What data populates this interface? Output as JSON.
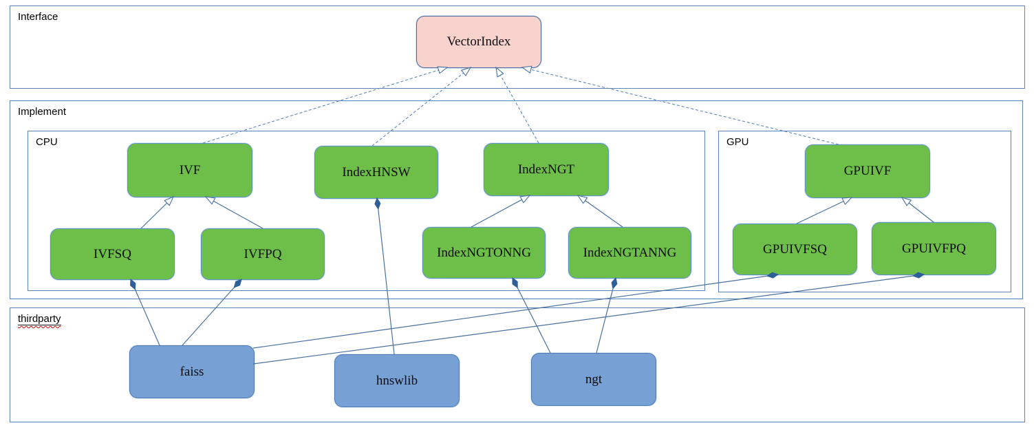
{
  "diagram": {
    "containers": {
      "interface": {
        "label": "Interface"
      },
      "implement": {
        "label": "Implement"
      },
      "cpu": {
        "label": "CPU"
      },
      "gpu": {
        "label": "GPU"
      },
      "thirdparty": {
        "label": "thirdparty"
      }
    },
    "nodes": {
      "vector_index": {
        "label": "VectorIndex",
        "fill": "#f8d2cd"
      },
      "ivf": {
        "label": "IVF",
        "fill": "#6dbf4a"
      },
      "index_hnsw": {
        "label": "IndexHNSW",
        "fill": "#6dbf4a"
      },
      "index_ngt": {
        "label": "IndexNGT",
        "fill": "#6dbf4a"
      },
      "ivfsq": {
        "label": "IVFSQ",
        "fill": "#6dbf4a"
      },
      "ivfpq": {
        "label": "IVFPQ",
        "fill": "#6dbf4a"
      },
      "index_ngtonng": {
        "label": "IndexNGTONNG",
        "fill": "#6dbf4a"
      },
      "index_ngtanng": {
        "label": "IndexNGTANNG",
        "fill": "#6dbf4a"
      },
      "gpuivf": {
        "label": "GPUIVF",
        "fill": "#6dbf4a"
      },
      "gpuivfsq": {
        "label": "GPUIVFSQ",
        "fill": "#6dbf4a"
      },
      "gpuivfpq": {
        "label": "GPUIVFPQ",
        "fill": "#6dbf4a"
      },
      "faiss": {
        "label": "faiss",
        "fill": "#77a1d4"
      },
      "hnswlib": {
        "label": "hnswlib",
        "fill": "#77a1d4"
      },
      "ngt": {
        "label": "ngt",
        "fill": "#77a1d4"
      }
    },
    "edges": [
      {
        "from": "IVF",
        "to": "VectorIndex",
        "type": "realization-dashed-hollow-arrow"
      },
      {
        "from": "IndexHNSW",
        "to": "VectorIndex",
        "type": "realization-dashed-hollow-arrow"
      },
      {
        "from": "IndexNGT",
        "to": "VectorIndex",
        "type": "realization-dashed-hollow-arrow"
      },
      {
        "from": "GPUIVF",
        "to": "VectorIndex",
        "type": "realization-dashed-hollow-arrow"
      },
      {
        "from": "IVFSQ",
        "to": "IVF",
        "type": "inheritance-hollow-arrow"
      },
      {
        "from": "IVFPQ",
        "to": "IVF",
        "type": "inheritance-hollow-arrow"
      },
      {
        "from": "IndexNGTONNG",
        "to": "IndexNGT",
        "type": "inheritance-hollow-arrow"
      },
      {
        "from": "IndexNGTANNG",
        "to": "IndexNGT",
        "type": "inheritance-hollow-arrow"
      },
      {
        "from": "GPUIVFSQ",
        "to": "GPUIVF",
        "type": "inheritance-hollow-arrow"
      },
      {
        "from": "GPUIVFPQ",
        "to": "GPUIVF",
        "type": "inheritance-hollow-arrow"
      },
      {
        "from": "faiss",
        "to": "IVFSQ",
        "type": "composition-filled-diamond"
      },
      {
        "from": "faiss",
        "to": "IVFPQ",
        "type": "composition-filled-diamond"
      },
      {
        "from": "faiss",
        "to": "GPUIVFSQ",
        "type": "composition-filled-diamond"
      },
      {
        "from": "faiss",
        "to": "GPUIVFPQ",
        "type": "composition-filled-diamond"
      },
      {
        "from": "hnswlib",
        "to": "IndexHNSW",
        "type": "composition-filled-diamond"
      },
      {
        "from": "ngt",
        "to": "IndexNGTONNG",
        "type": "composition-filled-diamond"
      },
      {
        "from": "ngt",
        "to": "IndexNGTANNG",
        "type": "composition-filled-diamond"
      }
    ],
    "colors": {
      "node_green": "#6dbf4a",
      "node_pink": "#f8d2cd",
      "node_blue": "#77a1d4",
      "node_border_blue": "#4d7ab3",
      "container_border": "#5b83b6",
      "edge_line": "#46709f",
      "diamond_fill": "#2e5f9b",
      "spellcheck_underline": "#cc0000",
      "text": "#000000"
    }
  }
}
